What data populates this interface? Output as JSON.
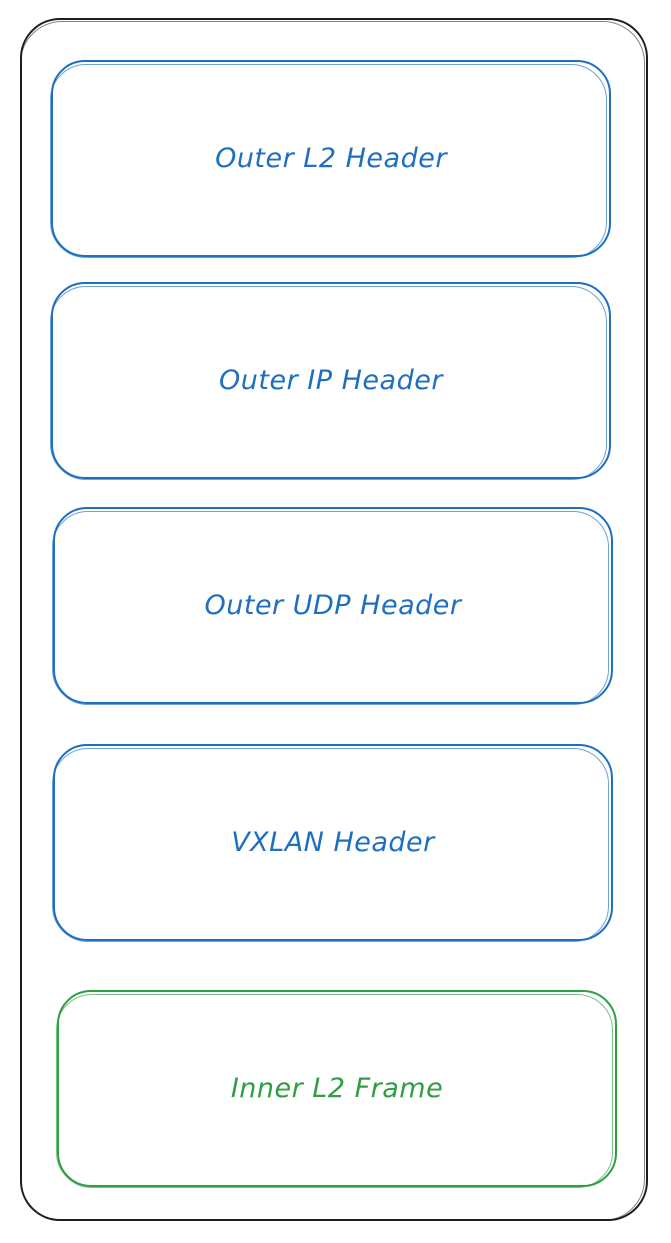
{
  "colors": {
    "outer_stroke": "#1e1e1e",
    "blue": "#1f6fc0",
    "green": "#2f9e44"
  },
  "layers": [
    {
      "label": "Outer L2 Header",
      "color": "#1f6fc0"
    },
    {
      "label": "Outer IP Header",
      "color": "#1f6fc0"
    },
    {
      "label": "Outer UDP Header",
      "color": "#1f6fc0"
    },
    {
      "label": "VXLAN Header",
      "color": "#1f6fc0"
    },
    {
      "label": "Inner L2 Frame",
      "color": "#2f9e44"
    }
  ]
}
